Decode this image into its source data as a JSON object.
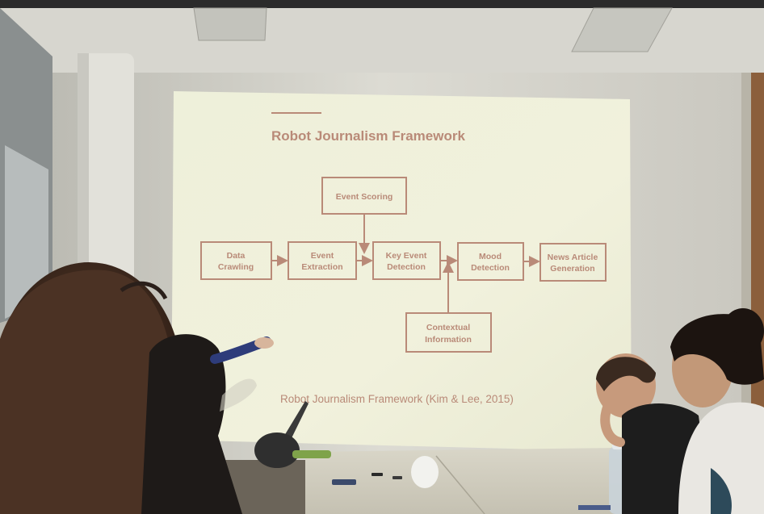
{
  "slide": {
    "title": "Robot Journalism Framework",
    "caption": "Robot Journalism Framework (Kim & Lee, 2015)",
    "boxes": {
      "event_scoring": [
        "Event Scoring"
      ],
      "data_crawling": [
        "Data",
        "Crawling"
      ],
      "event_extraction": [
        "Event",
        "Extraction"
      ],
      "key_event_detection": [
        "Key Event",
        "Detection"
      ],
      "mood_detection": [
        "Mood",
        "Detection"
      ],
      "news_article_generation": [
        "News Article",
        "Generation"
      ],
      "contextual_information": [
        "Contextual",
        "Information"
      ]
    }
  },
  "colors": {
    "slide_background": "#efefd8",
    "slide_ink": "#b98a78",
    "caption_ink": "#a98c7c",
    "room_wall": "#d9d8d1",
    "table": "#d6d3c6"
  }
}
